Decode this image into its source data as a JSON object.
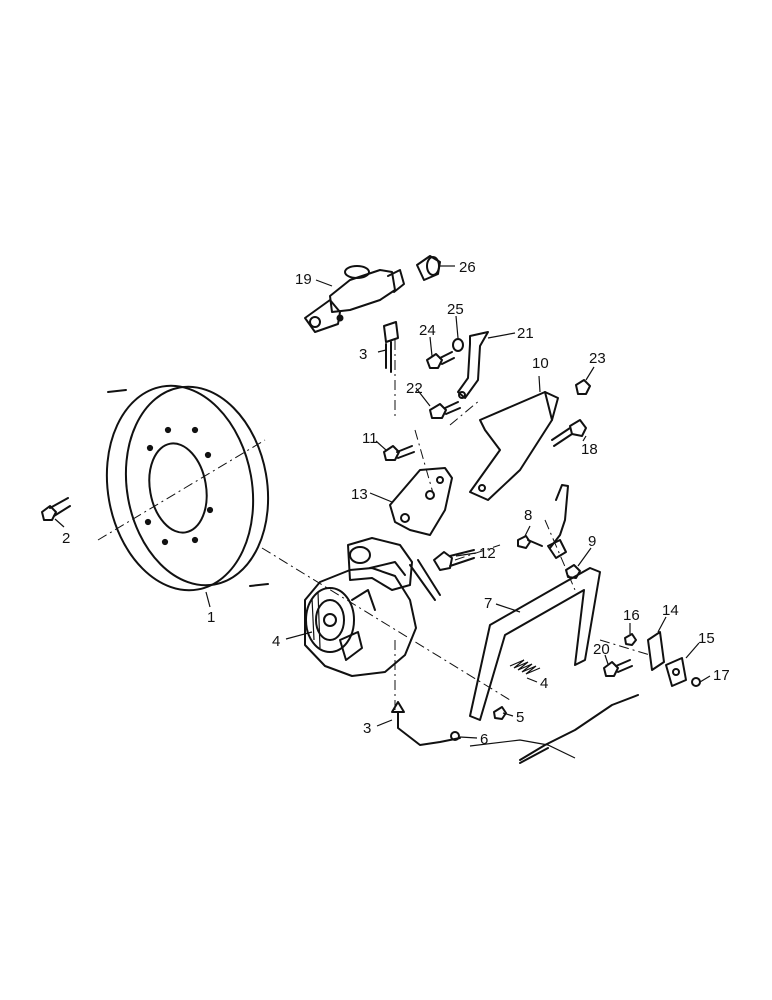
{
  "callouts": {
    "c1": "1",
    "c2": "2",
    "c3a": "3",
    "c3b": "3",
    "c4a": "4",
    "c4b": "4",
    "c5": "5",
    "c6": "6",
    "c7": "7",
    "c8": "8",
    "c9": "9",
    "c10": "10",
    "c11": "11",
    "c12": "12",
    "c13": "13",
    "c14": "14",
    "c15": "15",
    "c16": "16",
    "c17": "17",
    "c18": "18",
    "c19": "19",
    "c20": "20",
    "c21": "21",
    "c22": "22",
    "c23": "23",
    "c24": "24",
    "c25": "25",
    "c26": "26"
  }
}
